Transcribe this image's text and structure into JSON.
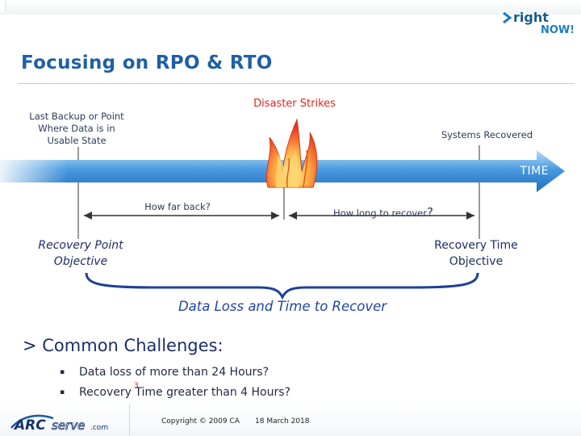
{
  "slide": {
    "title": "Focusing on RPO & RTO",
    "page_number": "3"
  },
  "diagram": {
    "last_backup": "Last Backup or Point Where Data is in Usable State",
    "last_backup_lines": [
      "Last Backup or Point",
      "Where Data is in",
      "Usable State"
    ],
    "disaster_strikes": "Disaster Strikes",
    "systems_recovered": "Systems Recovered",
    "time_label": "TIME",
    "how_far_back": "How far back?",
    "how_long_to_recover": "How long to recover",
    "how_long_qmark": "?",
    "rpo_lines": [
      "Recovery Point",
      "Objective"
    ],
    "rto_lines": [
      "Recovery Time",
      "Objective"
    ],
    "data_loss": "Data Loss and Time to Recover"
  },
  "challenges": {
    "heading": "> Common Challenges:",
    "bullet_glyph": "▪",
    "items": [
      "Data loss of more than 24 Hours?",
      "Recovery Time greater than 4 Hours?"
    ]
  },
  "footer": {
    "copyright": "Copyright © 2009 CA",
    "date": "18 March 2018",
    "logo_text_arc": "ARC",
    "logo_text_serve": "serve",
    "logo_text_com": ".com"
  },
  "brand": {
    "logo_right_top": "right",
    "logo_right_bottom": "NOW!",
    "accent": "#1f5fa6",
    "alert": "#e0261d",
    "arrow_blue": "#3a8fd6"
  }
}
